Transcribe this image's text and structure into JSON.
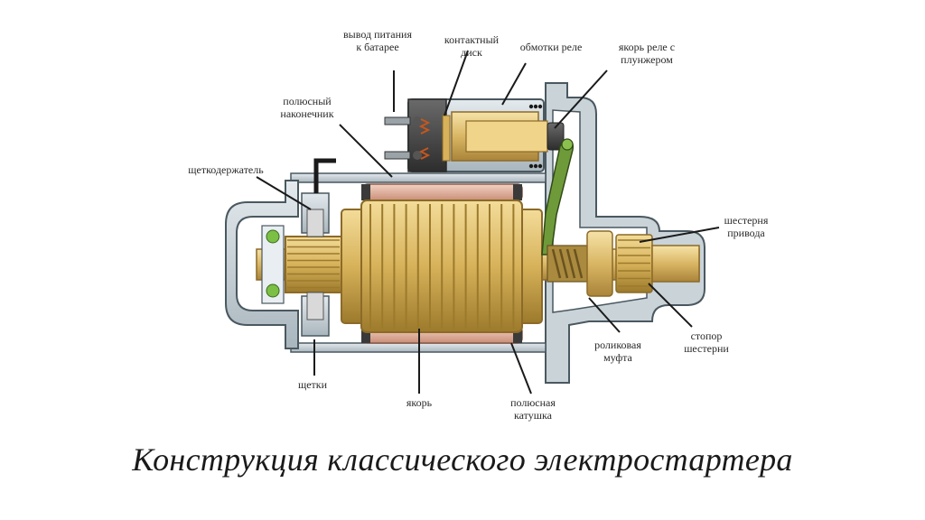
{
  "caption": "Конструкция классического электростартера",
  "labels": {
    "battery_terminal": [
      "вывод питания",
      "к батарее"
    ],
    "contact_disc": [
      "контактный",
      "диск"
    ],
    "relay_windings": [
      "обмотки реле"
    ],
    "relay_armature": [
      "якорь реле с",
      "плунжером"
    ],
    "pole_shoe": [
      "полюсный",
      "наконечник"
    ],
    "brush_holder": [
      "щеткодержатель"
    ],
    "drive_pinion": [
      "шестерня",
      "привода"
    ],
    "roller_clutch": [
      "роликовая",
      "муфта"
    ],
    "pinion_stop": [
      "стопор",
      "шестерни"
    ],
    "brushes": [
      "щетки"
    ],
    "armature": [
      "якорь"
    ],
    "field_coil": [
      "полюсная",
      "катушка"
    ]
  },
  "colors": {
    "housing": "#c9d3d8",
    "housing_stroke": "#4a5860",
    "copper_gold": "#d7b25a",
    "copper_dark": "#9c7a2c",
    "field_coil": "#e2b7a4",
    "fork_green": "#6f9a3a",
    "bearing_green": "#7bbf45",
    "dark_metal": "#3a3a3a"
  }
}
